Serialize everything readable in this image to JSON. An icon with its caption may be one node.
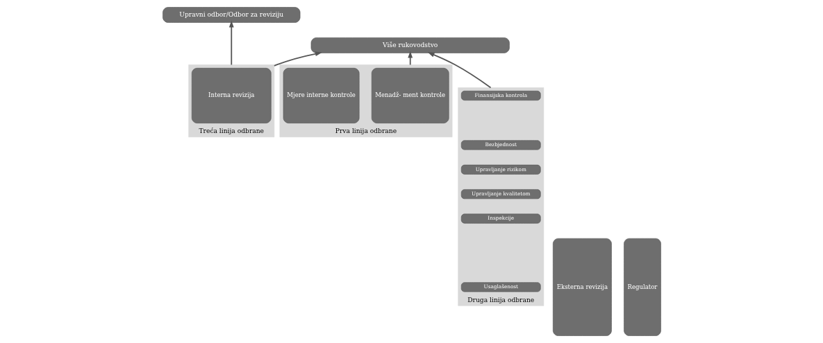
{
  "diagram": {
    "nodes": [
      {
        "text": [
          "Upravni odbor/Odbor za reviziju"
        ]
      },
      {
        "text": [
          "Više rukovodstvo"
        ]
      },
      {
        "text": [
          "Prva linija odbrane"
        ]
      },
      {
        "text": [
          "Menadž- ment kontrole"
        ],
        "in": 2
      },
      {
        "text": [
          "Mjere interne kontrole"
        ],
        "in": 2
      },
      {
        "text": [
          "Druga linija odbrane"
        ]
      },
      {
        "text": [
          "Finansijska kontrola"
        ],
        "in": 5
      },
      {
        "text": [
          "Bezbjednost"
        ],
        "in": 5
      },
      {
        "text": [
          "Upravljanje rizikom"
        ],
        "in": 5
      },
      {
        "text": [
          "Upravljanje kvalitetom"
        ],
        "in": 5
      },
      {
        "text": [
          "Inspekcije"
        ],
        "in": 5
      },
      {
        "text": [
          "Usaglašenost"
        ],
        "in": 5
      },
      {
        "text": [
          "Treća linija odbrane"
        ]
      },
      {
        "text": [
          "Interna revizija"
        ],
        "in": 12
      },
      {
        "text": [
          "Eksterna revizija"
        ]
      },
      {
        "text": [
          "Regulator"
        ]
      }
    ],
    "edges": [
      {
        "from": 2,
        "to": 1,
        "arrow": "to"
      },
      {
        "from": 5,
        "to": 1,
        "arrow": "to"
      },
      {
        "from": 12,
        "to": 1,
        "arrow": "to"
      },
      {
        "from": 12,
        "to": 0,
        "arrow": "to"
      }
    ]
  }
}
